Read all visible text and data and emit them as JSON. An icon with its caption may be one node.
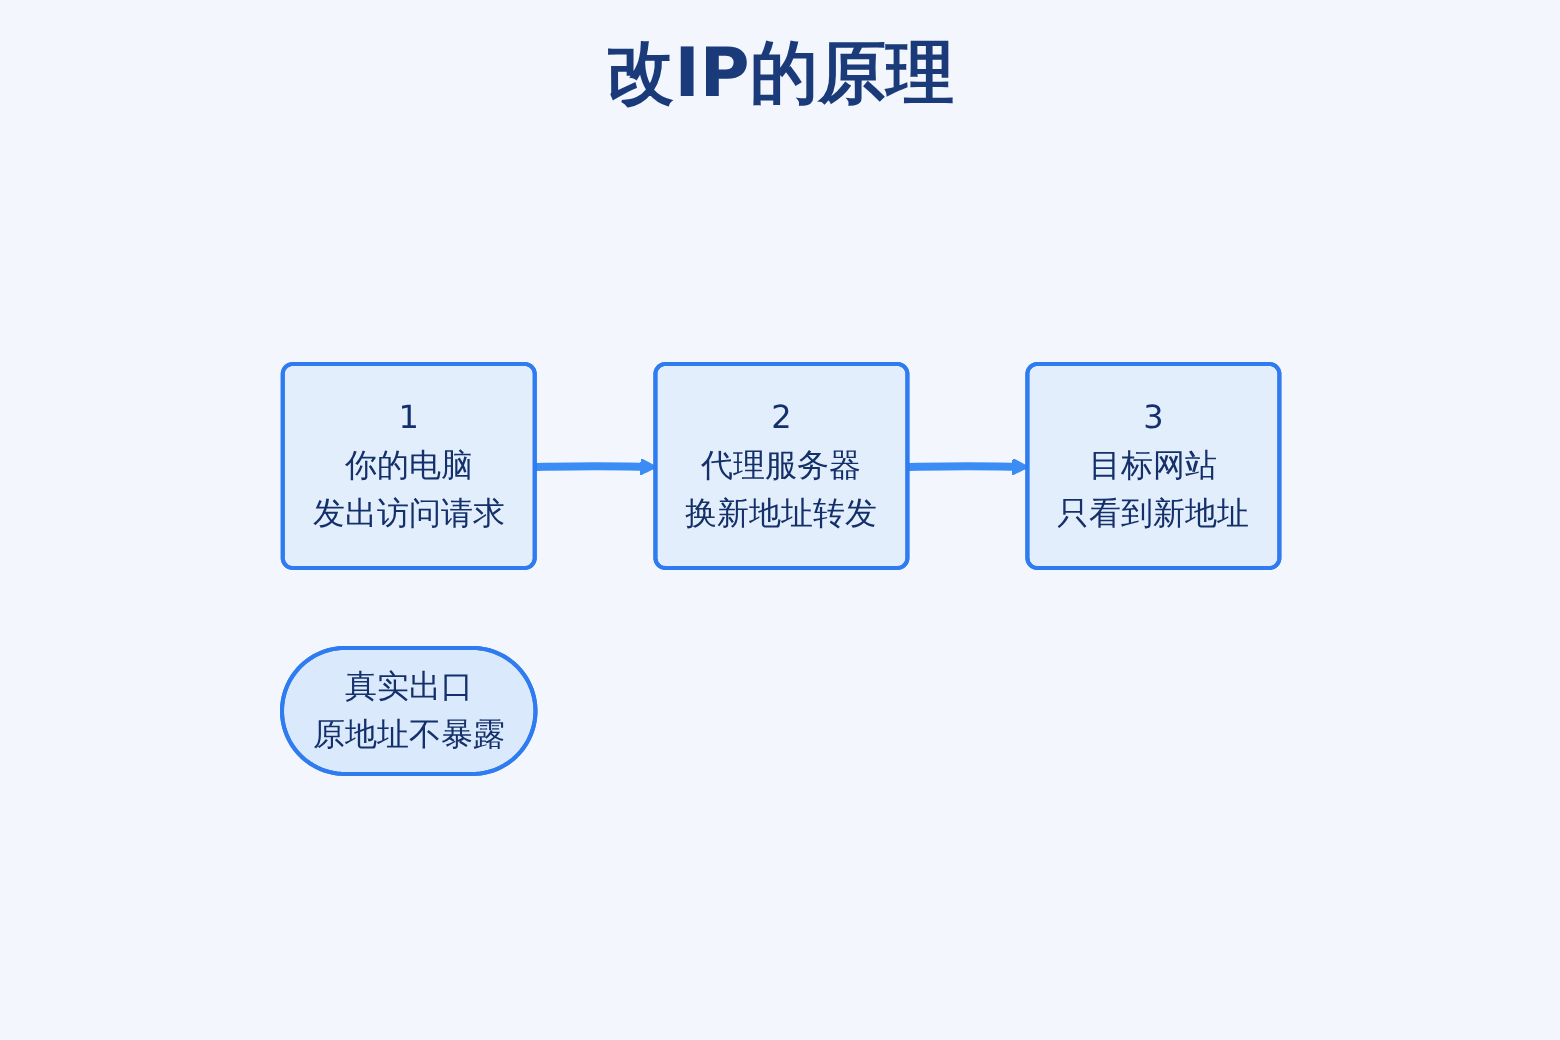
{
  "diagram": {
    "title": "改IP的原理",
    "nodes": [
      {
        "text": [
          "1",
          "你的电脑",
          "发出访问请求"
        ]
      },
      {
        "text": [
          "2",
          "代理服务器",
          "换新地址转发"
        ]
      },
      {
        "text": [
          "3",
          "目标网站",
          "只看到新地址"
        ]
      },
      {
        "text": [
          "真实出口",
          "原地址不暴露"
        ]
      }
    ],
    "edges": [
      {
        "from": 0,
        "to": 1,
        "arrow": "to"
      },
      {
        "from": 1,
        "to": 2,
        "arrow": "to"
      }
    ]
  }
}
